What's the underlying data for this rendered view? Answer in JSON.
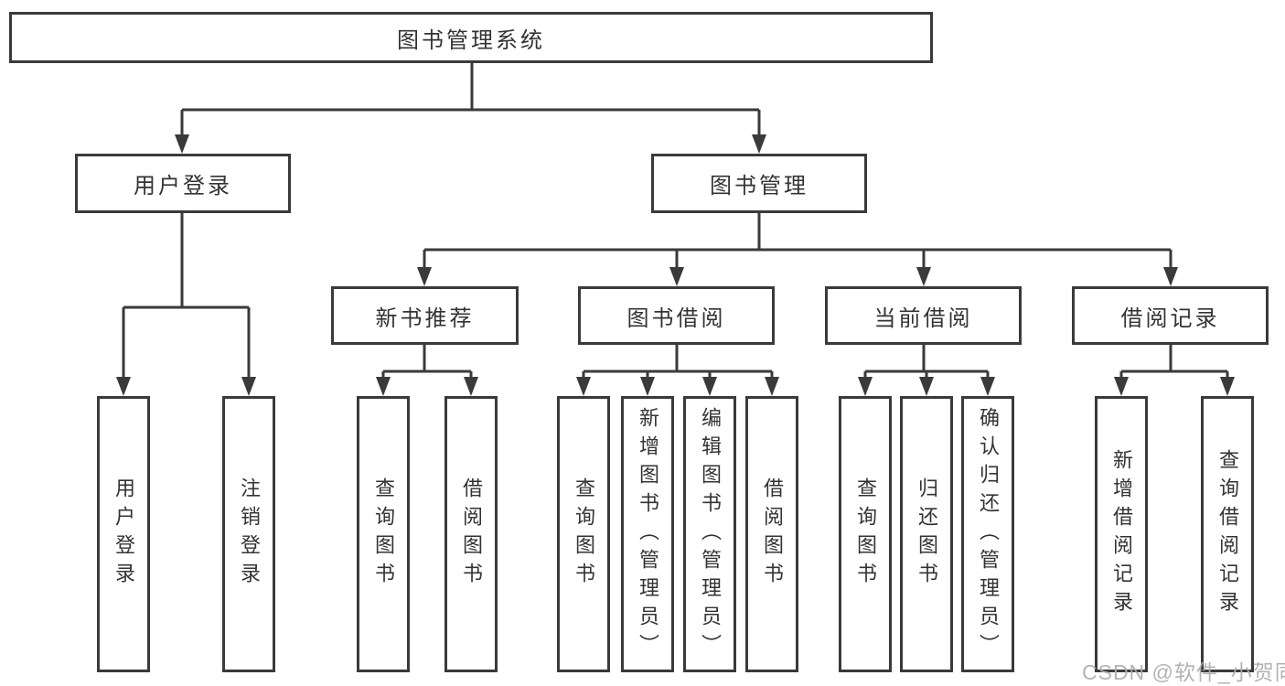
{
  "tree": {
    "root": {
      "label": "图书管理系统",
      "children": [
        {
          "label": "用户登录",
          "children": [
            {
              "label": "用户登录"
            },
            {
              "label": "注销登录"
            }
          ]
        },
        {
          "label": "图书管理",
          "children": [
            {
              "label": "新书推荐",
              "children": [
                {
                  "label": "查询图书"
                },
                {
                  "label": "借阅图书"
                }
              ]
            },
            {
              "label": "图书借阅",
              "children": [
                {
                  "label": "查询图书"
                },
                {
                  "label": "新增图书（管理员）"
                },
                {
                  "label": "编辑图书（管理员）"
                },
                {
                  "label": "借阅图书"
                }
              ]
            },
            {
              "label": "当前借阅",
              "children": [
                {
                  "label": "查询图书"
                },
                {
                  "label": "归还图书"
                },
                {
                  "label": "确认归还（管理员）"
                }
              ]
            },
            {
              "label": "借阅记录",
              "children": [
                {
                  "label": "新增借阅记录"
                },
                {
                  "label": "查询借阅记录"
                }
              ]
            }
          ]
        }
      ]
    }
  },
  "watermark": "CSDN @软件_小贺同学",
  "colors": {
    "line": "#3a3a3a",
    "text": "#333333",
    "watermark": "#acacac",
    "background": "#ffffff"
  }
}
